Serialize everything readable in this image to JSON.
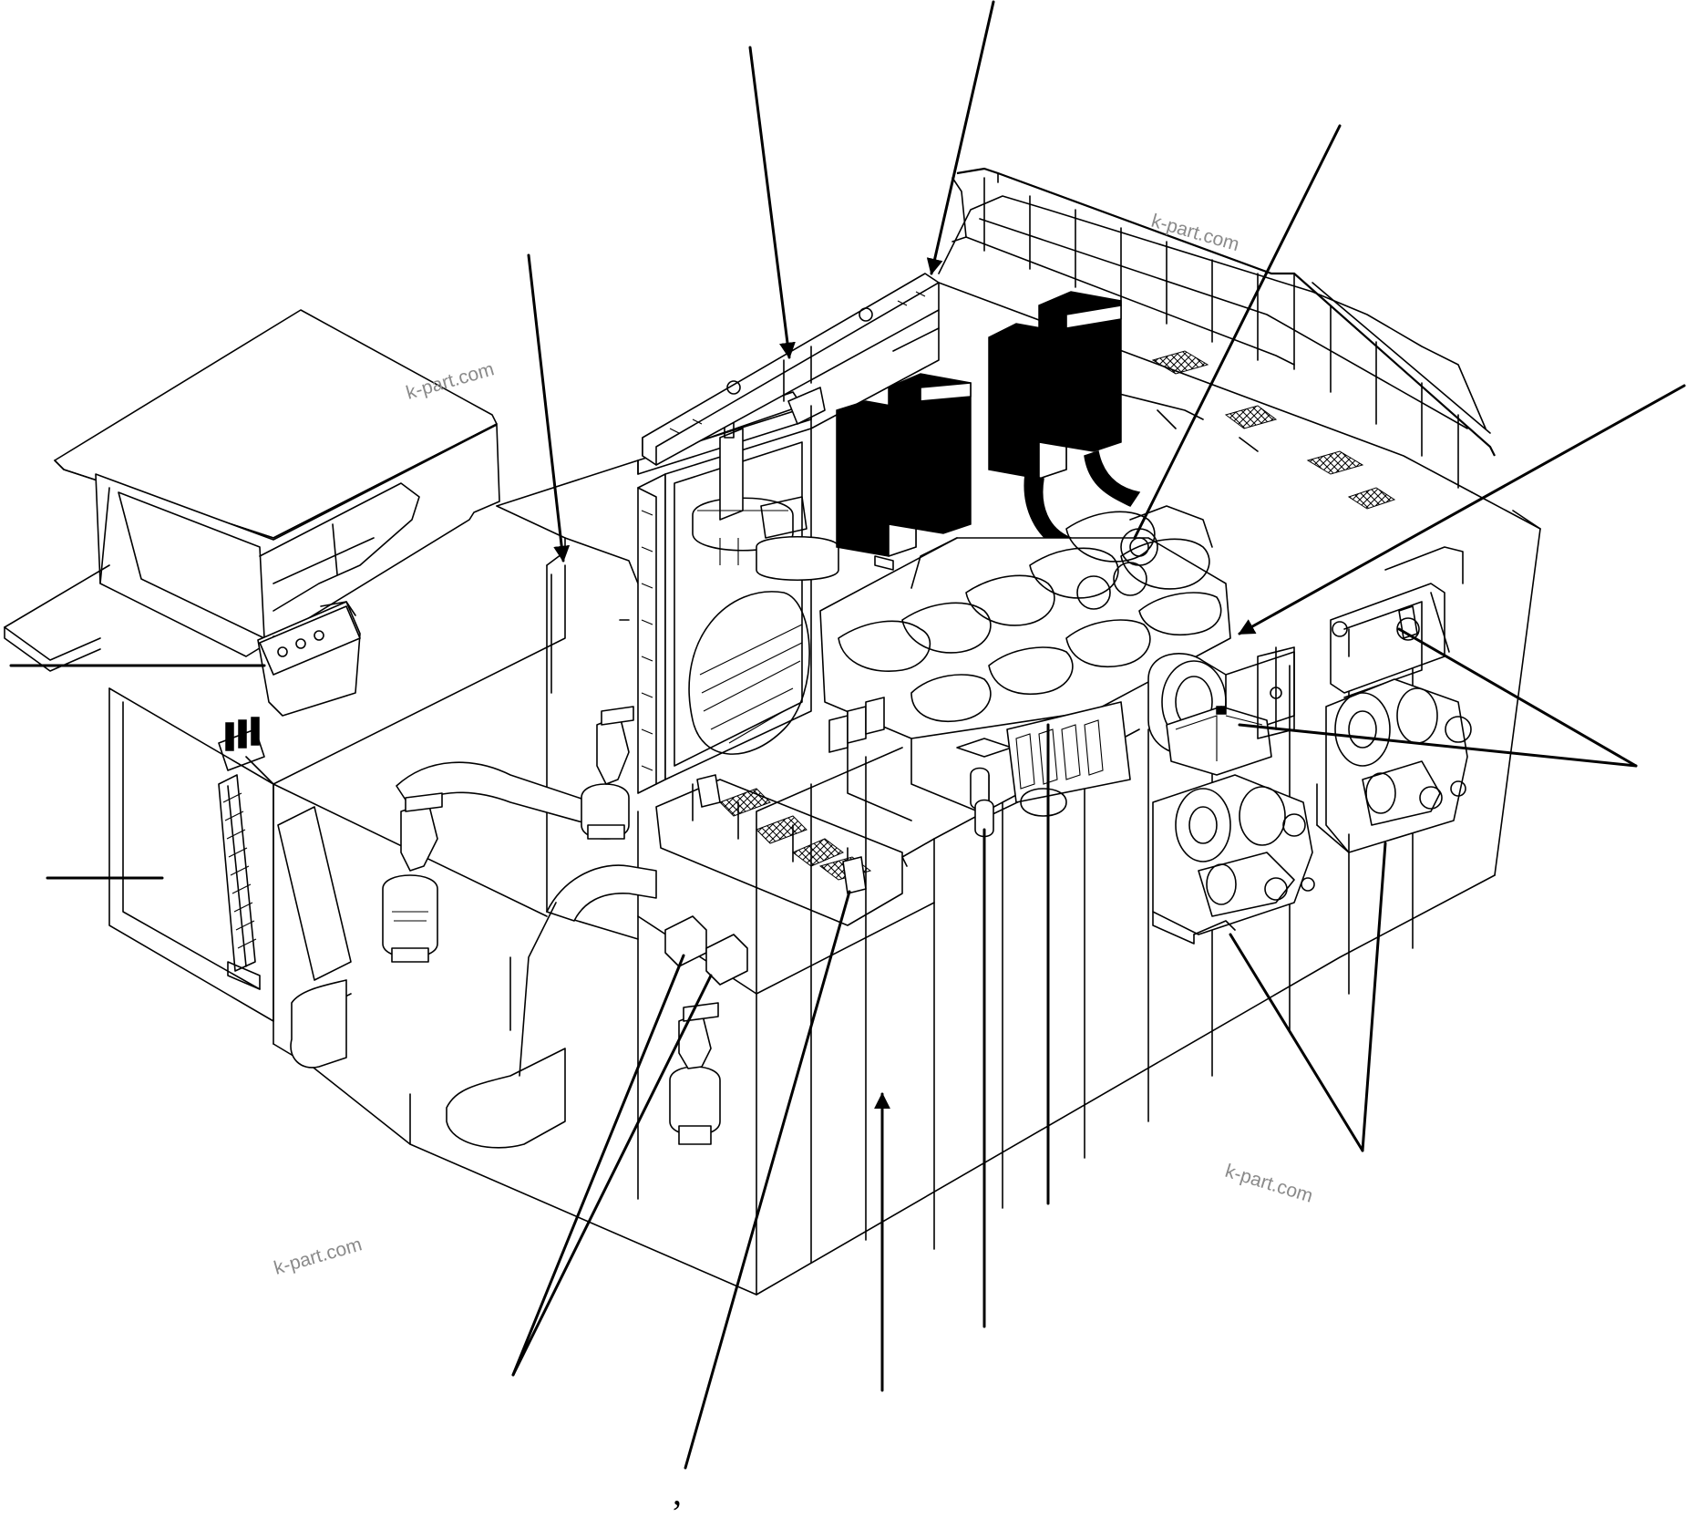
{
  "watermarks": [
    "k-part.com",
    "k-part.com",
    "k-part.com",
    "k-part.com"
  ],
  "stray_mark": ","
}
